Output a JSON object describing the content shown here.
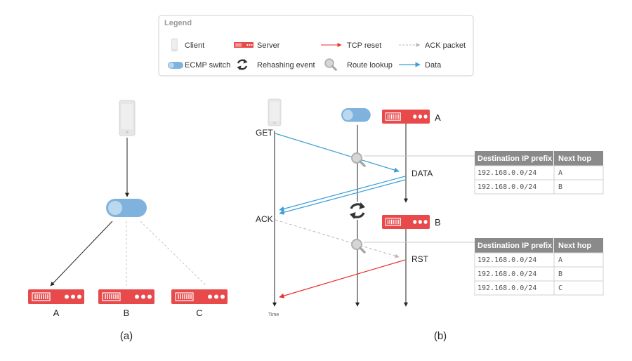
{
  "legend": {
    "title": "Legend",
    "items": {
      "client": "Client",
      "server": "Server",
      "tcp_reset": "TCP reset",
      "ack_packet": "ACK packet",
      "ecmp_switch": "ECMP switch",
      "rehashing": "Rehashing event",
      "route_lookup": "Route lookup",
      "data": "Data"
    }
  },
  "panel_a": {
    "label": "(a)",
    "servers": [
      "A",
      "B",
      "C"
    ]
  },
  "panel_b": {
    "label": "(b)",
    "server_a": "A",
    "server_b": "B",
    "events": {
      "get": "GET",
      "data": "DATA",
      "ack": "ACK",
      "rst": "RST",
      "time": "Time"
    },
    "table1": {
      "headers": [
        "Destination IP prefix",
        "Next hop"
      ],
      "rows": [
        [
          "192.168.0.0/24",
          "A"
        ],
        [
          "192.168.0.0/24",
          "B"
        ]
      ]
    },
    "table2": {
      "headers": [
        "Destination IP prefix",
        "Next hop"
      ],
      "rows": [
        [
          "192.168.0.0/24",
          "A"
        ],
        [
          "192.168.0.0/24",
          "B"
        ],
        [
          "192.168.0.0/24",
          "C"
        ]
      ]
    }
  },
  "colors": {
    "server": "#e8494b",
    "switch": "#7fb3de",
    "data": "#3aa0d6",
    "reset": "#e83232",
    "ack": "#b8b8b8",
    "table_header": "#8a8a8a"
  }
}
